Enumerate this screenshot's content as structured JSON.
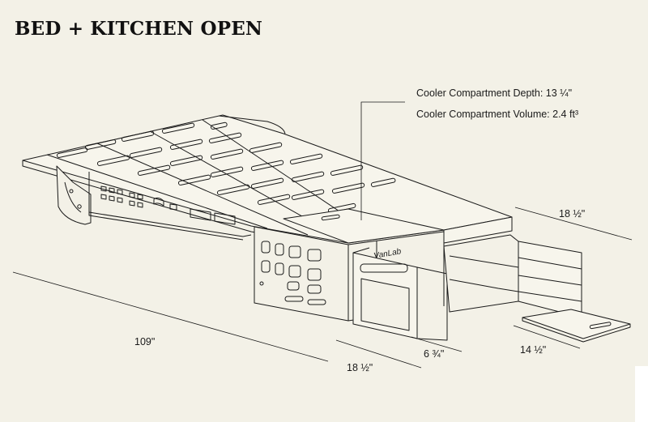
{
  "title": "BED + KITCHEN OPEN",
  "callouts": {
    "cooler_depth": "Cooler Compartment Depth: 13 ¼\"",
    "cooler_volume": "Cooler Compartment Volume: 2.4 ft³"
  },
  "dimensions": {
    "kitchen_depth": "18 ½\"",
    "total_length": "109\"",
    "drawer_depth": "6 ¾\"",
    "slide_out_length": "14 ½\"",
    "cabinet_depth": "18 ½\""
  },
  "logo_text": "VanLab",
  "colors": {
    "background": "#f3f1e7",
    "line": "#1a1a1a"
  }
}
